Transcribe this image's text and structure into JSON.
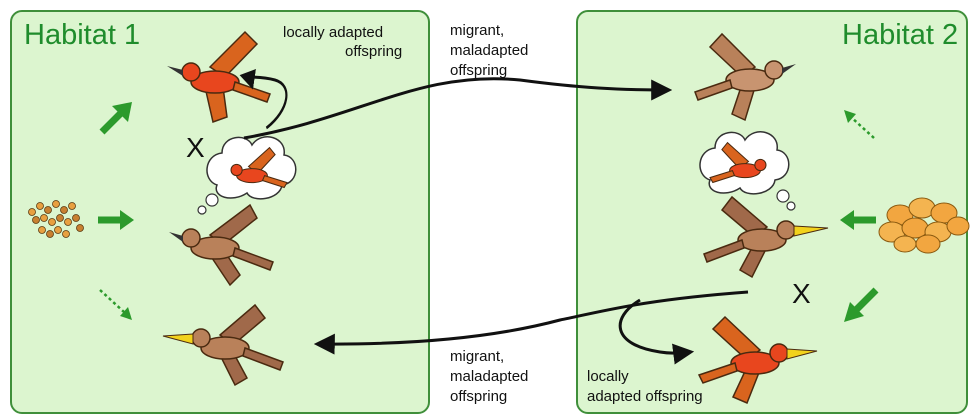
{
  "habitat1": {
    "title": "Habitat 1"
  },
  "habitat2": {
    "title": "Habitat 2"
  },
  "labels": {
    "locally_adapted_top_line1": "locally adapted",
    "locally_adapted_top_line2": "offspring",
    "migrant_top_line1": "migrant,",
    "migrant_top_line2": "maladapted",
    "migrant_top_line3": "offspring",
    "migrant_bottom_line1": "migrant,",
    "migrant_bottom_line2": "maladapted",
    "migrant_bottom_line3": "offspring",
    "locally_adapted_bottom_line1": "locally",
    "locally_adapted_bottom_line2": "adapted offspring",
    "cross_symbol_1": "X",
    "cross_symbol_2": "X"
  },
  "colors": {
    "habitat_fill": "#dcf5cf",
    "habitat_border": "#3f8f3a",
    "title_green": "#1f8c2c",
    "arrow_green": "#2c9a2c",
    "red_bird": "#e8461e",
    "orange_wing": "#d9641e",
    "brown_bird": "#b9815a",
    "beak_yellow": "#f2d21c"
  }
}
